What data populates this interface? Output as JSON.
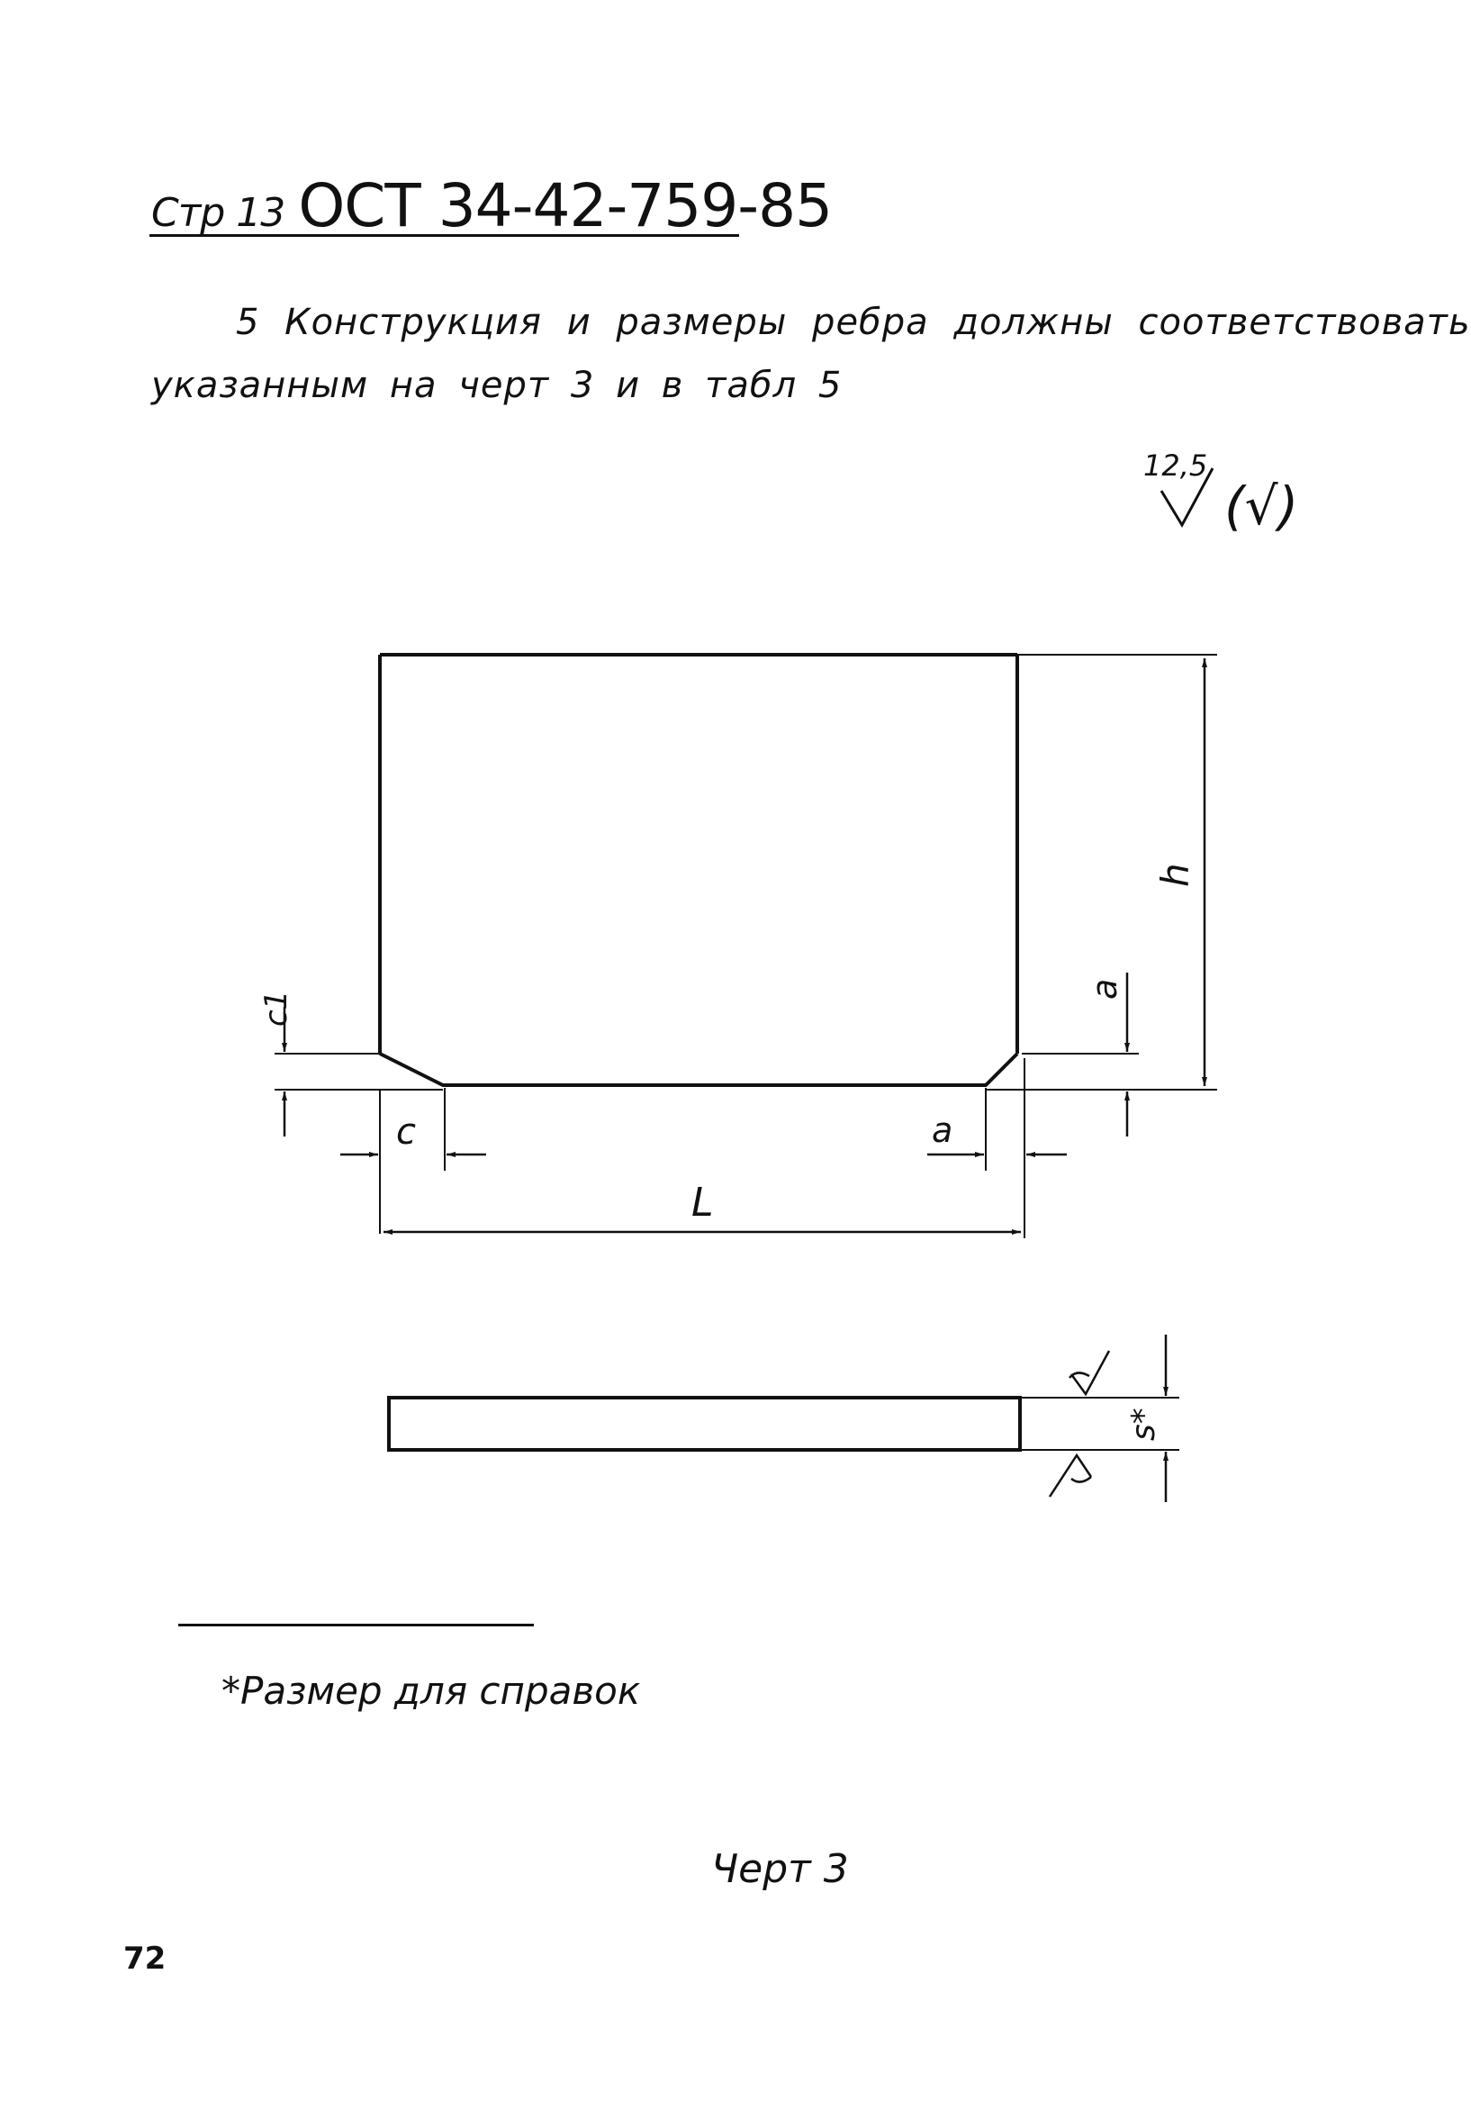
{
  "header": {
    "page_ref": "Стр 13",
    "doc_code": "ОСТ 34-42-759-85"
  },
  "paragraph": {
    "line1": "5 Конструкция и размеры ребра должны соответствовать",
    "line2": "указанным на черт 3 и в табл 5"
  },
  "roughness": {
    "value": "12,5",
    "symbol": "(√)"
  },
  "dimensions": {
    "h": "h",
    "L": "L",
    "c": "c",
    "c1": "c1",
    "a_left": "a",
    "a_right": "a",
    "s": "s*"
  },
  "footnote": "*Размер для справок",
  "caption": "Черт 3",
  "page_number": "72"
}
